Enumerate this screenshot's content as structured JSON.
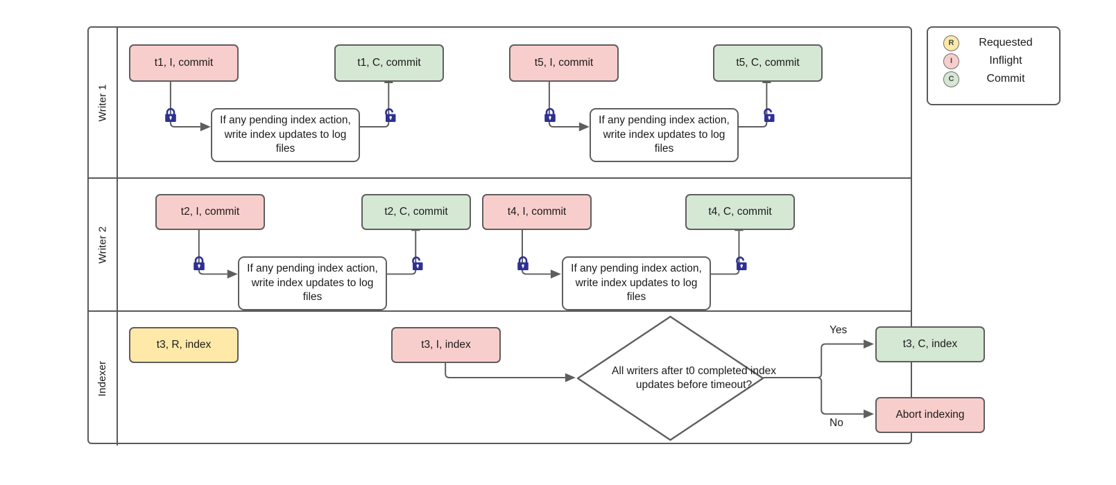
{
  "diagram": {
    "title": "Writer / Indexer concurrency swimlane flowchart",
    "colors": {
      "pink": "#f8cecc",
      "green": "#d5e8d4",
      "yellow": "#ffe9a8",
      "white": "#ffffff",
      "stroke": "#5e5e5e",
      "frame": "#595959",
      "lock": "#2e3192"
    },
    "shared": {
      "index_action_text": "If any pending index action, write index updates to log files",
      "lock_icon": "lock-closed-icon",
      "unlock_icon": "lock-open-icon"
    }
  },
  "lanes": [
    {
      "id": "writer1",
      "label": "Writer 1",
      "nodes": [
        {
          "id": "w1-t1-i",
          "label": "t1, I, commit",
          "color": "pink",
          "state": "Inflight"
        },
        {
          "id": "w1-act1",
          "label": "If any pending index action, write index updates to log files",
          "color": "white"
        },
        {
          "id": "w1-t1-c",
          "label": "t1, C, commit",
          "color": "green",
          "state": "Commit"
        },
        {
          "id": "w1-t5-i",
          "label": "t5, I, commit",
          "color": "pink",
          "state": "Inflight"
        },
        {
          "id": "w1-act2",
          "label": "If any pending index action, write index updates to log files",
          "color": "white"
        },
        {
          "id": "w1-t5-c",
          "label": "t5, C, commit",
          "color": "green",
          "state": "Commit"
        }
      ],
      "locks": [
        {
          "id": "w1-lock1",
          "icon": "lock-closed-icon"
        },
        {
          "id": "w1-unlock1",
          "icon": "lock-open-icon"
        },
        {
          "id": "w1-lock2",
          "icon": "lock-closed-icon"
        },
        {
          "id": "w1-unlock2",
          "icon": "lock-open-icon"
        }
      ]
    },
    {
      "id": "writer2",
      "label": "Writer 2",
      "nodes": [
        {
          "id": "w2-t2-i",
          "label": "t2, I, commit",
          "color": "pink",
          "state": "Inflight"
        },
        {
          "id": "w2-act1",
          "label": "If any pending index action, write index updates to log files",
          "color": "white"
        },
        {
          "id": "w2-t2-c",
          "label": "t2, C, commit",
          "color": "green",
          "state": "Commit"
        },
        {
          "id": "w2-t4-i",
          "label": "t4, I, commit",
          "color": "pink",
          "state": "Inflight"
        },
        {
          "id": "w2-act2",
          "label": "If any pending index action, write index updates to log files",
          "color": "white"
        },
        {
          "id": "w2-t4-c",
          "label": "t4, C, commit",
          "color": "green",
          "state": "Commit"
        }
      ],
      "locks": [
        {
          "id": "w2-lock1",
          "icon": "lock-closed-icon"
        },
        {
          "id": "w2-unlock1",
          "icon": "lock-open-icon"
        },
        {
          "id": "w2-lock2",
          "icon": "lock-closed-icon"
        },
        {
          "id": "w2-unlock2",
          "icon": "lock-open-icon"
        }
      ]
    },
    {
      "id": "indexer",
      "label": "Indexer",
      "nodes": [
        {
          "id": "ix-t3-r",
          "label": "t3, R, index",
          "color": "yellow",
          "state": "Requested"
        },
        {
          "id": "ix-t3-i",
          "label": "t3, I, index",
          "color": "pink",
          "state": "Inflight"
        },
        {
          "id": "ix-decision",
          "label": "All writers after t0 completed index updates before timeout?",
          "color": "white",
          "shape": "diamond"
        },
        {
          "id": "ix-t3-c",
          "label": "t3, C, index",
          "color": "green",
          "state": "Commit"
        },
        {
          "id": "ix-abort",
          "label": "Abort indexing",
          "color": "pink"
        }
      ],
      "branch_labels": {
        "yes": "Yes",
        "no": "No"
      }
    }
  ],
  "legend": {
    "items": [
      {
        "badge": "R",
        "label": "Requested",
        "color": "yellow"
      },
      {
        "badge": "I",
        "label": "Inflight",
        "color": "pink"
      },
      {
        "badge": "C",
        "label": "Commit",
        "color": "green"
      }
    ]
  }
}
